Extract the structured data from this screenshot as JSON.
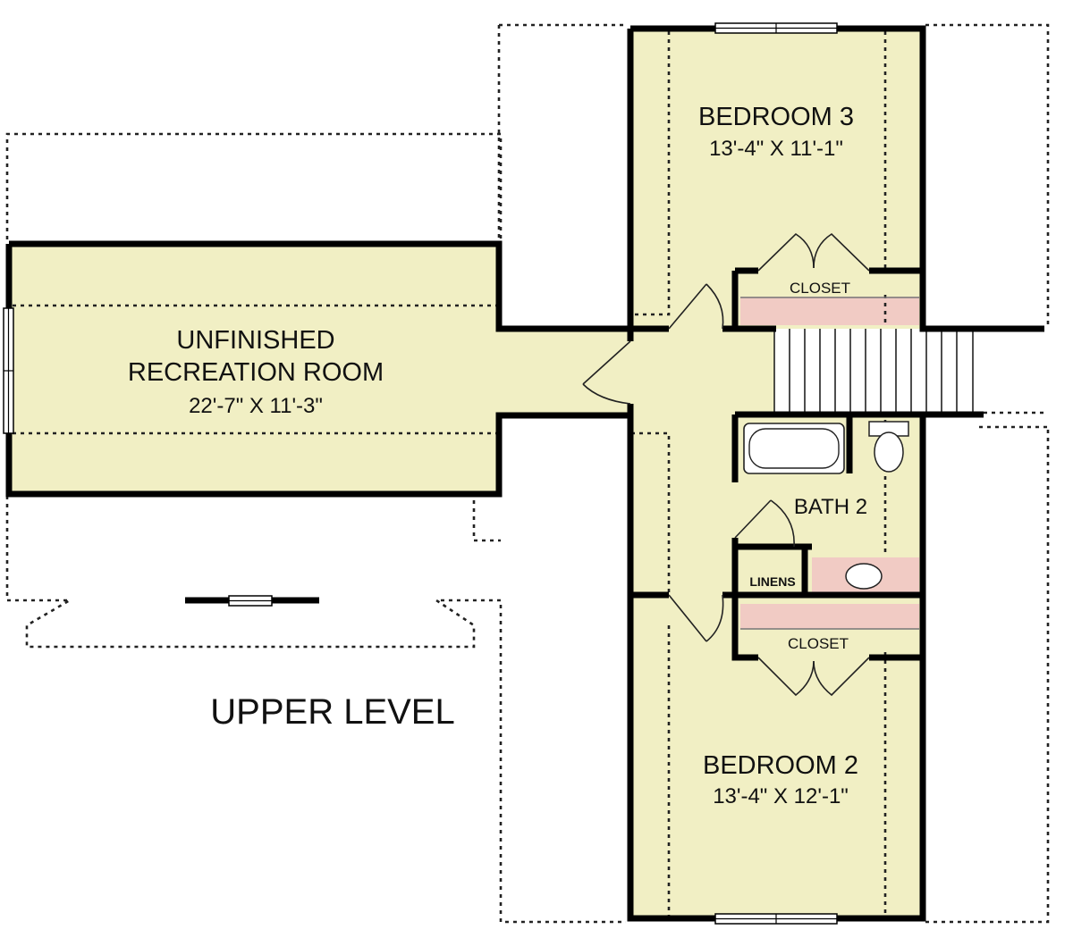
{
  "plan": {
    "title": "UPPER LEVEL",
    "colors": {
      "floor": "#f1efc4",
      "storage": "#f1cbc4",
      "wall": "#000000",
      "outline": "#222222"
    },
    "rooms": {
      "recreation": {
        "name_line1": "UNFINISHED",
        "name_line2": "RECREATION ROOM",
        "dimensions": "22'-7\" X 11'-3\""
      },
      "bedroom3": {
        "name": "BEDROOM 3",
        "dimensions": "13'-4\" X 11'-1\""
      },
      "bedroom2": {
        "name": "BEDROOM 2",
        "dimensions": "13'-4\" X 12'-1\""
      },
      "bath2": {
        "name": "BATH 2"
      },
      "closet_upper": {
        "name": "CLOSET"
      },
      "closet_lower": {
        "name": "CLOSET"
      },
      "linens": {
        "name": "LINENS"
      }
    }
  }
}
